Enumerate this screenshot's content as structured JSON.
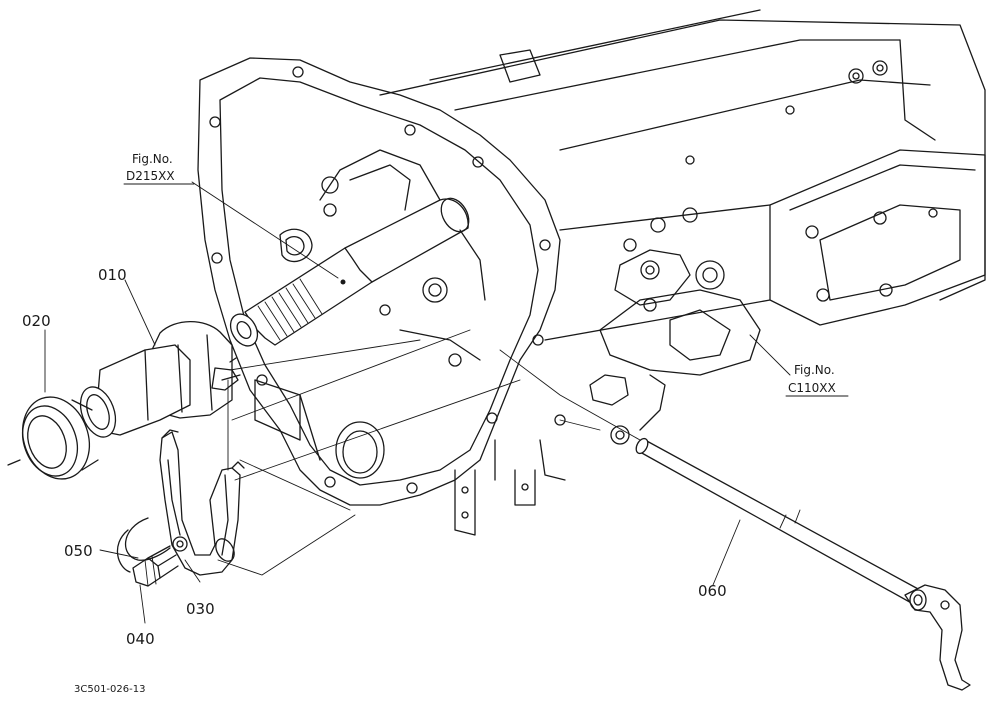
{
  "diagram": {
    "part_labels": {
      "p010": "010",
      "p020": "020",
      "p030": "030",
      "p040": "040",
      "p050": "050",
      "p060": "060"
    },
    "figure_refs": {
      "ref1": {
        "prefix": "Fig.No.",
        "code": "D215XX"
      },
      "ref2": {
        "prefix": "Fig.No.",
        "code": "C110XX"
      }
    },
    "footer_code": "3C501-026-13"
  }
}
